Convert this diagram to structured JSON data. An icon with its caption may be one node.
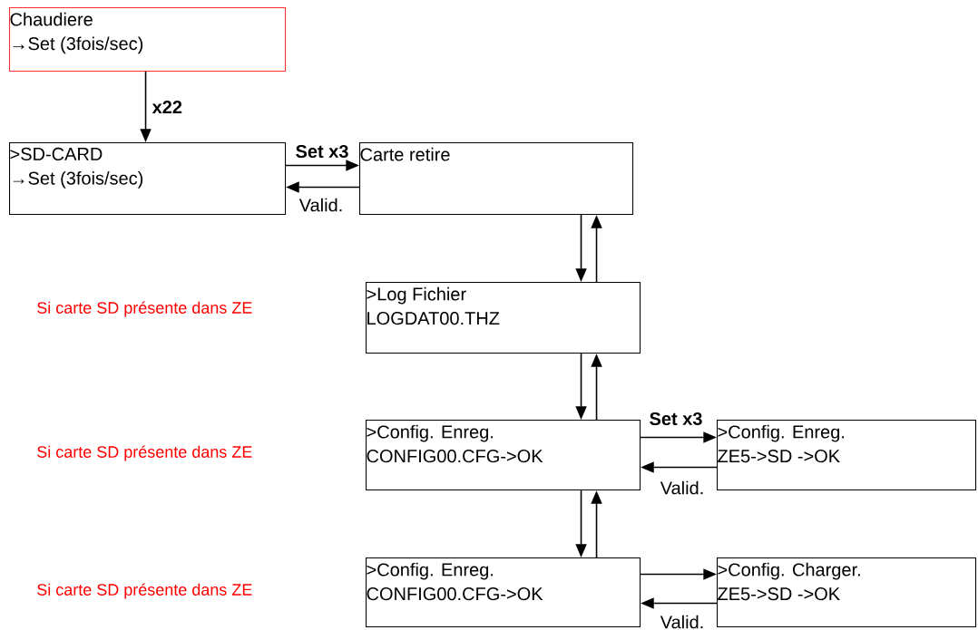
{
  "diagram": {
    "nodes": [
      {
        "text": [
          "Chaudiere",
          "→Set (3fois/sec)"
        ]
      },
      {
        "text": [
          ">SD-CARD",
          "→Set (3fois/sec)"
        ]
      },
      {
        "text": [
          "Carte retire"
        ]
      },
      {
        "text": [
          ">Log Fichier",
          "LOGDAT00.THZ"
        ]
      },
      {
        "text": [
          ">Config. Enreg.",
          "CONFIG00.CFG->OK"
        ]
      },
      {
        "text": [
          ">Config. Enreg.",
          "ZE5->SD ->OK"
        ]
      },
      {
        "text": [
          ">Config. Enreg.",
          "CONFIG00.CFG->OK"
        ]
      },
      {
        "text": [
          ">Config. Charger.",
          "ZE5->SD ->OK"
        ]
      }
    ],
    "edges": [
      {
        "from": 0,
        "to": 1,
        "arrow": "to",
        "label": "x22"
      },
      {
        "from": 1,
        "to": 2,
        "arrow": "to",
        "label": "Set x3"
      },
      {
        "from": 2,
        "to": 1,
        "arrow": "to",
        "label": "Valid."
      },
      {
        "from": 2,
        "to": 3,
        "arrow": "to"
      },
      {
        "from": 3,
        "to": 2,
        "arrow": "to"
      },
      {
        "from": 3,
        "to": 4,
        "arrow": "to"
      },
      {
        "from": 4,
        "to": 3,
        "arrow": "to"
      },
      {
        "from": 4,
        "to": 5,
        "arrow": "to",
        "label": "Set x3"
      },
      {
        "from": 5,
        "to": 4,
        "arrow": "to",
        "label": "Valid."
      },
      {
        "from": 4,
        "to": 6,
        "arrow": "to"
      },
      {
        "from": 6,
        "to": 4,
        "arrow": "to"
      },
      {
        "from": 6,
        "to": 7,
        "arrow": "to"
      },
      {
        "from": 7,
        "to": 6,
        "arrow": "to",
        "label": "Valid."
      }
    ],
    "labels": [
      "Si carte SD présente dans ZE",
      "Si carte SD présente dans ZE",
      "Si carte SD présente dans ZE"
    ]
  }
}
